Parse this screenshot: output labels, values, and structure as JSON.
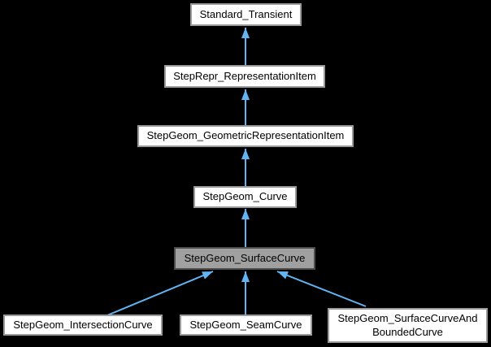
{
  "diagram": {
    "type": "class-inheritance-graph",
    "nodes": [
      {
        "id": "Standard_Transient",
        "label": "Standard_Transient",
        "selected": false
      },
      {
        "id": "StepRepr_RepresentationItem",
        "label": "StepRepr_RepresentationItem",
        "selected": false
      },
      {
        "id": "StepGeom_GeometricRepresentationItem",
        "label": "StepGeom_GeometricRepresentationItem",
        "selected": false
      },
      {
        "id": "StepGeom_Curve",
        "label": "StepGeom_Curve",
        "selected": false
      },
      {
        "id": "StepGeom_SurfaceCurve",
        "label": "StepGeom_SurfaceCurve",
        "selected": true
      },
      {
        "id": "StepGeom_IntersectionCurve",
        "label": "StepGeom_IntersectionCurve",
        "selected": false
      },
      {
        "id": "StepGeom_SeamCurve",
        "label": "StepGeom_SeamCurve",
        "selected": false
      },
      {
        "id": "StepGeom_SurfaceCurveAndBoundedCurve",
        "label": "StepGeom_SurfaceCurveAnd\nBoundedCurve",
        "selected": false
      }
    ],
    "edges": [
      {
        "from": "StepRepr_RepresentationItem",
        "to": "Standard_Transient"
      },
      {
        "from": "StepGeom_GeometricRepresentationItem",
        "to": "StepRepr_RepresentationItem"
      },
      {
        "from": "StepGeom_Curve",
        "to": "StepGeom_GeometricRepresentationItem"
      },
      {
        "from": "StepGeom_SurfaceCurve",
        "to": "StepGeom_Curve"
      },
      {
        "from": "StepGeom_IntersectionCurve",
        "to": "StepGeom_SurfaceCurve"
      },
      {
        "from": "StepGeom_SeamCurve",
        "to": "StepGeom_SurfaceCurve"
      },
      {
        "from": "StepGeom_SurfaceCurveAndBoundedCurve",
        "to": "StepGeom_SurfaceCurve"
      }
    ],
    "colors": {
      "background": "#000000",
      "node_fill": "#ffffff",
      "node_border": "#9a9a9a",
      "selected_fill": "#a0a0a0",
      "selected_border": "#4d4d4d",
      "text": "#000000",
      "arrow": "#63b4f2"
    }
  }
}
